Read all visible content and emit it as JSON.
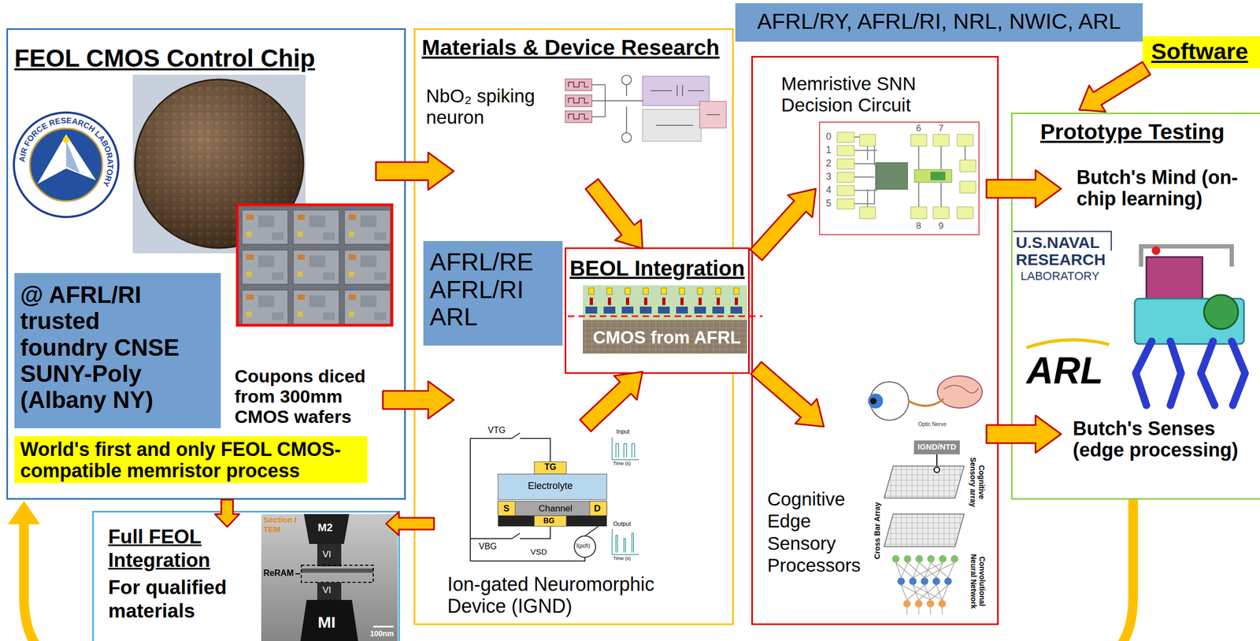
{
  "diagram": {
    "nodes": [
      {
        "text": [
          "FEOL CMOS Control Chip",
          "Coupons diced from 300mm CMOS wafers"
        ]
      },
      {
        "text": [
          "@ AFRL/RI trusted foundry CNSE SUNY-Poly (Albany NY)"
        ],
        "in": 0
      },
      {
        "text": [
          "World's first and only FEOL CMOS-compatible memristor process"
        ],
        "in": 0
      },
      {
        "text": [
          "Full FEOL Integration",
          "For qualified materials"
        ]
      },
      {
        "text": [
          "Materials & Device Research",
          "NbO₂ spiking neuron",
          "Ion-gated Neuromorphic Device (IGND)"
        ]
      },
      {
        "text": [
          "AFRL/RE AFRL/RI ARL"
        ],
        "in": 4
      },
      {
        "text": [
          "AFRL/RY, AFRL/RI, NRL, NWIC, ARL"
        ]
      },
      {
        "text": [
          "BEOL Integration",
          "CMOS from AFRL"
        ]
      },
      {
        "text": [
          "Memristive SNN Decision Circuit",
          "Cognitive Edge Sensory Processors"
        ]
      },
      {
        "text": [
          "IGND/NTD"
        ],
        "in": 8
      },
      {
        "text": [
          "Software"
        ]
      },
      {
        "text": [
          "Prototype Testing",
          "Butch's Mind (on-chip learning)",
          "Butch's Senses (edge processing)"
        ]
      }
    ],
    "edges": [
      {
        "from": 0,
        "to": 4,
        "arrow": "to"
      },
      {
        "from": 0,
        "to": 4,
        "arrow": "to"
      },
      {
        "from": 4,
        "to": 7,
        "arrow": "to"
      },
      {
        "from": 4,
        "to": 7,
        "arrow": "to"
      },
      {
        "from": 7,
        "to": 8,
        "arrow": "to"
      },
      {
        "from": 7,
        "to": 8,
        "arrow": "to"
      },
      {
        "from": 8,
        "to": 11,
        "arrow": "to"
      },
      {
        "from": 8,
        "to": 11,
        "arrow": "to"
      },
      {
        "from": 10,
        "to": 11,
        "arrow": "to"
      },
      {
        "from": 0,
        "to": 3,
        "arrow": "to"
      },
      {
        "from": 4,
        "to": 3,
        "arrow": "to"
      },
      {
        "from": 11,
        "to": 0,
        "arrow": "to"
      }
    ],
    "labels": [
      "AIR FORCE RESEARCH LABORATORY",
      "Section I",
      "TEM",
      "M2",
      "VI",
      "ReRAM",
      "VI",
      "MI",
      "100nm",
      "0",
      "1",
      "2",
      "3",
      "4",
      "5",
      "6",
      "7",
      "8",
      "9",
      "VTG",
      "TG",
      "Electrolyte",
      "S",
      "Channel",
      "D",
      "BG",
      "VBG",
      "VSD",
      "I(ρch)",
      "Input",
      "Time (s)",
      "Output",
      "Time (s)",
      "Optic Nerve",
      "Cognitive Sensory array",
      "Cross Bar Array",
      "Convolutional Neural Network",
      "U.S.NAVAL",
      "RESEARCH",
      "LABORATORY",
      "ARL"
    ]
  }
}
